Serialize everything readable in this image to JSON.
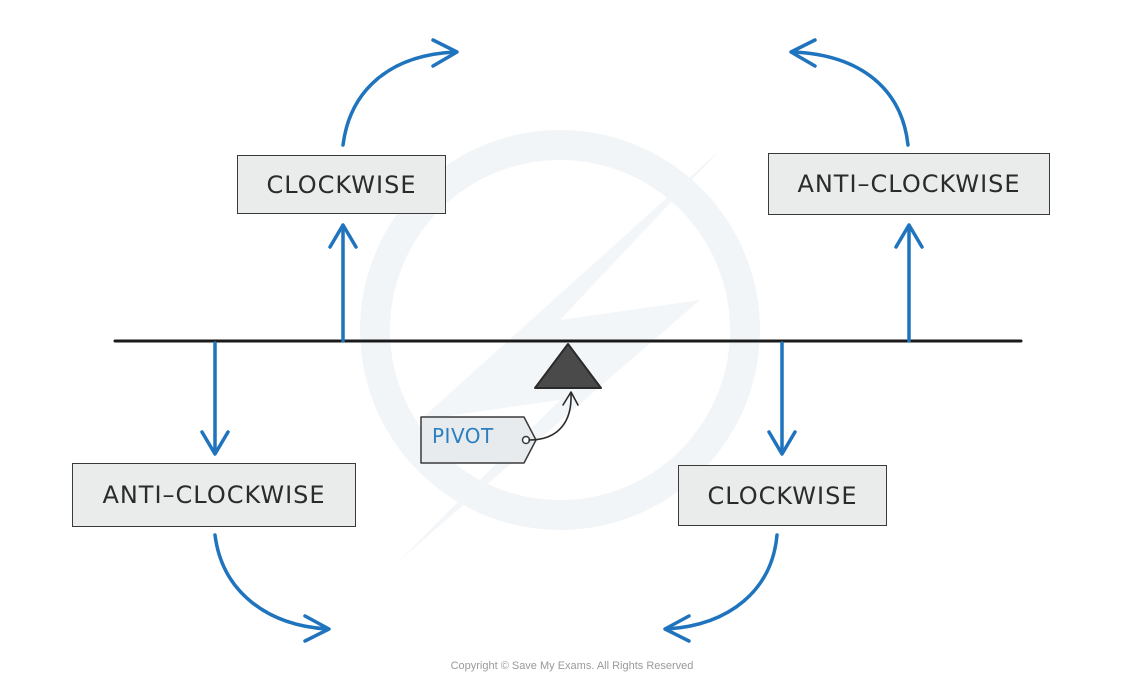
{
  "colors": {
    "arrow": "#1f74bd",
    "beam": "#1a1a1a",
    "box_fill": "#eaebeb",
    "box_border": "#3a3a3a",
    "fulcrum": "#4a4a4a",
    "pivot_text": "#2a7fc1",
    "watermark": "#f1f5f8"
  },
  "labels": {
    "top_left": "CLOCKWISE",
    "top_right": "ANTI–CLOCKWISE",
    "bottom_left": "ANTI–CLOCKWISE",
    "bottom_right": "CLOCKWISE",
    "pivot": "PIVOT"
  },
  "footer": {
    "copyright": "Copyright © Save My Exams. All Rights Reserved"
  }
}
